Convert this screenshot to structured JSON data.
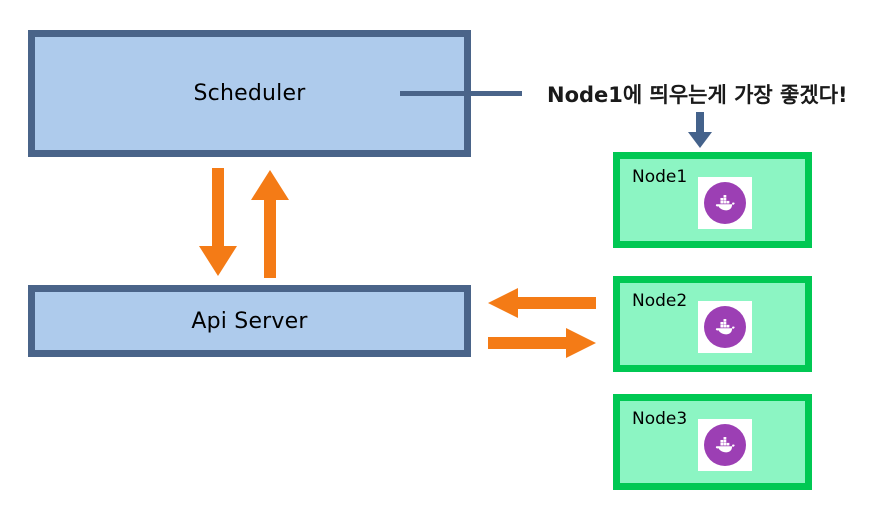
{
  "diagram": {
    "title": "Kubernetes scheduler placing a pod on a node",
    "colors": {
      "box_fill_blue": "#aecbec",
      "box_border_blue": "#4a6489",
      "node_fill_green": "#8cf5c3",
      "node_border_green": "#00c853",
      "arrow_orange": "#f47b16",
      "docker_purple": "#9c3fb4",
      "callout_text": "#1a1a1a",
      "background": "#ffffff"
    },
    "control_plane": [
      {
        "id": "scheduler",
        "label": "Scheduler"
      },
      {
        "id": "api-server",
        "label": "Api Server"
      }
    ],
    "nodes": [
      {
        "id": "node1",
        "label": "Node1",
        "icon": "docker-whale-icon"
      },
      {
        "id": "node2",
        "label": "Node2",
        "icon": "docker-whale-icon"
      },
      {
        "id": "node3",
        "label": "Node3",
        "icon": "docker-whale-icon"
      }
    ],
    "annotation": {
      "text": "Node1에 띄우는게 가장 좋겠다!",
      "connector": "leader-line-from-scheduler",
      "pointer": "down-arrow-to-node1"
    },
    "arrows": [
      {
        "id": "scheduler-to-api",
        "direction": "down",
        "color": "#f47b16"
      },
      {
        "id": "api-to-scheduler",
        "direction": "up",
        "color": "#f47b16"
      },
      {
        "id": "node-to-api",
        "direction": "left",
        "color": "#f47b16"
      },
      {
        "id": "api-to-node",
        "direction": "right",
        "color": "#f47b16"
      }
    ]
  }
}
